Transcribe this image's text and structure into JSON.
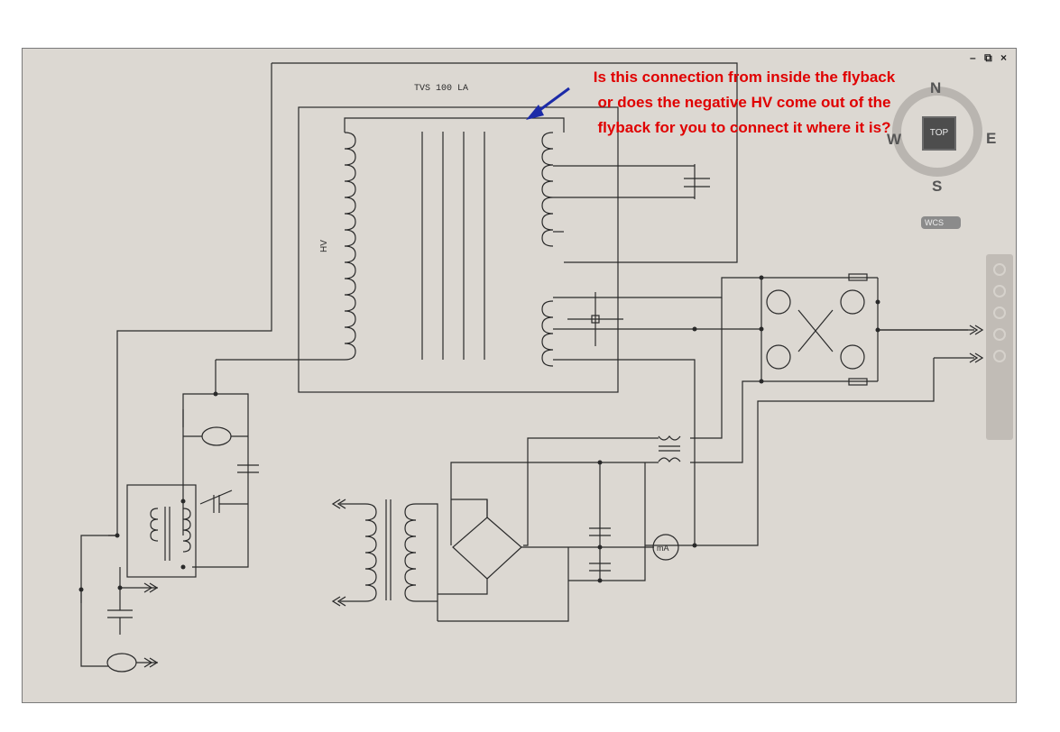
{
  "window": {
    "minimize": "–",
    "restore": "⧉",
    "close": "×"
  },
  "schematic": {
    "transformer_label": "TVS 100 LA",
    "hv_label": "HV",
    "meter_label": "mA"
  },
  "annotation": {
    "lines": [
      "Is this connection from inside the flyback",
      "or does the negative HV come out of the",
      "flyback for you to connect it where it is?"
    ],
    "color": "#e00000",
    "arrow_color": "#1c2ba8"
  },
  "viewcube": {
    "face": "TOP",
    "north": "N",
    "south": "S",
    "east": "E",
    "west": "W",
    "wcs": "WCS"
  },
  "navigation_bar": {
    "icons": [
      "steering-wheel-icon",
      "pan-icon",
      "zoom-icon",
      "orbit-icon",
      "showmotion-icon"
    ]
  }
}
